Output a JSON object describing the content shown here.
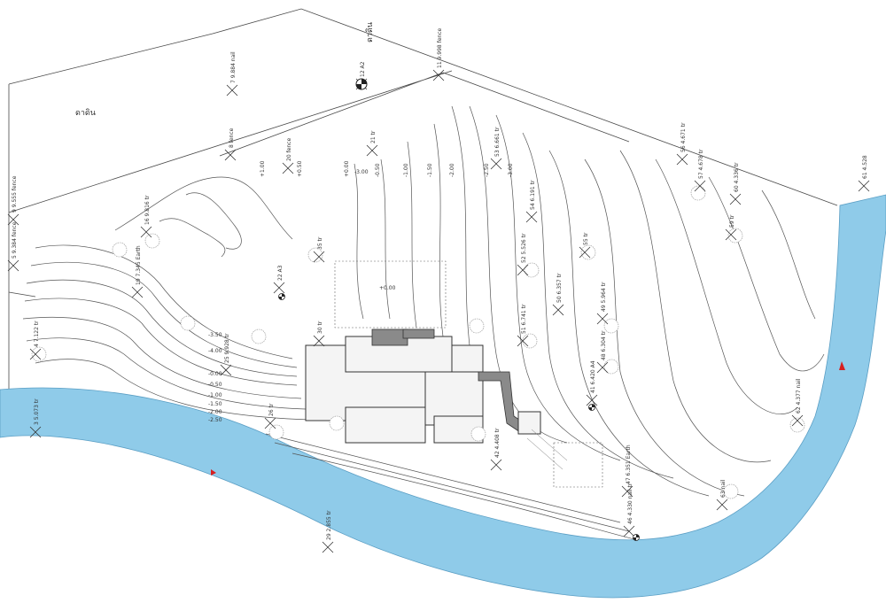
{
  "map": {
    "neighbor_labels": [
      "ดาดิน",
      "ดาดิน"
    ],
    "centre_spot": "+0.00",
    "contour_labels": [
      "+1.00",
      "+0.50",
      "+0.00",
      "-0.50",
      "-1.00",
      "-1.50",
      "-2.00",
      "-2.50",
      "-3.00",
      "-3.50",
      "-4.00",
      "-0.00",
      "-0.50",
      "-1.00",
      "-1.50",
      "-2.00",
      "-2.50",
      "-3.00"
    ],
    "points": [
      {
        "id": "7",
        "elev": "9.884",
        "tag": "nail"
      },
      {
        "id": "12",
        "elev": "",
        "tag": "A2"
      },
      {
        "id": "11",
        "elev": "9.998",
        "tag": "fence"
      },
      {
        "id": "8",
        "elev": "",
        "tag": "fence"
      },
      {
        "id": "20",
        "elev": "",
        "tag": "fence"
      },
      {
        "id": "21",
        "elev": "",
        "tag": "tr"
      },
      {
        "id": "9",
        "elev": "9.555",
        "tag": "fence"
      },
      {
        "id": "5",
        "elev": "9.384",
        "tag": "fence"
      },
      {
        "id": "16",
        "elev": "9.816",
        "tag": "tr"
      },
      {
        "id": "19",
        "elev": "7.345",
        "tag": "Earth"
      },
      {
        "id": "4",
        "elev": "7.122",
        "tag": "tr"
      },
      {
        "id": "22",
        "elev": "",
        "tag": "A3"
      },
      {
        "id": "35",
        "elev": "",
        "tag": "tr"
      },
      {
        "id": "30",
        "elev": "",
        "tag": "tr"
      },
      {
        "id": "25",
        "elev": "9.928",
        "tag": "tr"
      },
      {
        "id": "26",
        "elev": "",
        "tag": "tr"
      },
      {
        "id": "3",
        "elev": "5.073",
        "tag": "tr"
      },
      {
        "id": "53",
        "elev": "6.661",
        "tag": "tr"
      },
      {
        "id": "54",
        "elev": "6.191",
        "tag": "tr"
      },
      {
        "id": "52",
        "elev": "5.526",
        "tag": "tr"
      },
      {
        "id": "50",
        "elev": "6.357",
        "tag": "tr"
      },
      {
        "id": "51",
        "elev": "6.741",
        "tag": "tr"
      },
      {
        "id": "49",
        "elev": "5.964",
        "tag": "tr"
      },
      {
        "id": "48",
        "elev": "6.304",
        "tag": "tr"
      },
      {
        "id": "41",
        "elev": "6.420",
        "tag": "A4"
      },
      {
        "id": "56",
        "elev": "4.671",
        "tag": "tr"
      },
      {
        "id": "57",
        "elev": "4.678",
        "tag": "tr"
      },
      {
        "id": "60",
        "elev": "4.336",
        "tag": "tr"
      },
      {
        "id": "59",
        "elev": "",
        "tag": "tr"
      },
      {
        "id": "55",
        "elev": "",
        "tag": "tr"
      },
      {
        "id": "62",
        "elev": "4.377",
        "tag": "nail"
      },
      {
        "id": "63",
        "elev": "",
        "tag": "nail"
      },
      {
        "id": "47",
        "elev": "6.351",
        "tag": "Earth"
      },
      {
        "id": "46",
        "elev": "4.330",
        "tag": "nail-tr"
      },
      {
        "id": "42",
        "elev": "4.408",
        "tag": "tr"
      },
      {
        "id": "29",
        "elev": "2.855",
        "tag": "tr"
      },
      {
        "id": "61",
        "elev": "4.528",
        "tag": ""
      }
    ]
  }
}
